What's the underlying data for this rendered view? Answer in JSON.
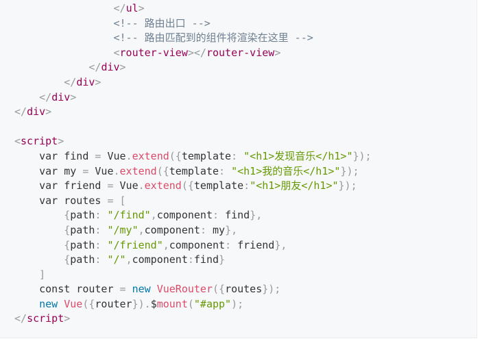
{
  "code": {
    "lines": [
      {
        "indent": 8,
        "tokens": [
          {
            "t": "</",
            "c": "punct"
          },
          {
            "t": "ul",
            "c": "tag"
          },
          {
            "t": ">",
            "c": "punct"
          }
        ]
      },
      {
        "indent": 8,
        "tokens": [
          {
            "t": "<!-- 路由出口 -->",
            "c": "comment"
          }
        ]
      },
      {
        "indent": 8,
        "tokens": [
          {
            "t": "<!-- 路由匹配到的组件将渲染在这里 -->",
            "c": "comment"
          }
        ]
      },
      {
        "indent": 8,
        "tokens": [
          {
            "t": "<",
            "c": "punct"
          },
          {
            "t": "router-view",
            "c": "tag"
          },
          {
            "t": "></",
            "c": "punct"
          },
          {
            "t": "router-view",
            "c": "tag"
          },
          {
            "t": ">",
            "c": "punct"
          }
        ]
      },
      {
        "indent": 6,
        "tokens": [
          {
            "t": "</",
            "c": "punct"
          },
          {
            "t": "div",
            "c": "tag"
          },
          {
            "t": ">",
            "c": "punct"
          }
        ]
      },
      {
        "indent": 4,
        "tokens": [
          {
            "t": "</",
            "c": "punct"
          },
          {
            "t": "div",
            "c": "tag"
          },
          {
            "t": ">",
            "c": "punct"
          }
        ]
      },
      {
        "indent": 2,
        "tokens": [
          {
            "t": "</",
            "c": "punct"
          },
          {
            "t": "div",
            "c": "tag"
          },
          {
            "t": ">",
            "c": "punct"
          }
        ]
      },
      {
        "indent": 0,
        "tokens": [
          {
            "t": "</",
            "c": "punct"
          },
          {
            "t": "div",
            "c": "tag"
          },
          {
            "t": ">",
            "c": "punct"
          }
        ]
      },
      {
        "indent": 0,
        "tokens": []
      },
      {
        "indent": 0,
        "tokens": [
          {
            "t": "<",
            "c": "punct"
          },
          {
            "t": "script",
            "c": "tag"
          },
          {
            "t": ">",
            "c": "punct"
          }
        ]
      },
      {
        "indent": 2,
        "tokens": [
          {
            "t": "var find ",
            "c": "plain"
          },
          {
            "t": "=",
            "c": "punct"
          },
          {
            "t": " Vue",
            "c": "plain"
          },
          {
            "t": ".",
            "c": "punct"
          },
          {
            "t": "extend",
            "c": "func"
          },
          {
            "t": "({",
            "c": "punct"
          },
          {
            "t": "template",
            "c": "plain"
          },
          {
            "t": ": ",
            "c": "punct"
          },
          {
            "t": "\"<h1>发现音乐</h1>\"",
            "c": "string"
          },
          {
            "t": "});",
            "c": "punct"
          }
        ]
      },
      {
        "indent": 2,
        "tokens": [
          {
            "t": "var my ",
            "c": "plain"
          },
          {
            "t": "=",
            "c": "punct"
          },
          {
            "t": " Vue",
            "c": "plain"
          },
          {
            "t": ".",
            "c": "punct"
          },
          {
            "t": "extend",
            "c": "func"
          },
          {
            "t": "({",
            "c": "punct"
          },
          {
            "t": "template",
            "c": "plain"
          },
          {
            "t": ": ",
            "c": "punct"
          },
          {
            "t": "\"<h1>我的音乐</h1>\"",
            "c": "string"
          },
          {
            "t": "});",
            "c": "punct"
          }
        ]
      },
      {
        "indent": 2,
        "tokens": [
          {
            "t": "var friend ",
            "c": "plain"
          },
          {
            "t": "=",
            "c": "punct"
          },
          {
            "t": " Vue",
            "c": "plain"
          },
          {
            "t": ".",
            "c": "punct"
          },
          {
            "t": "extend",
            "c": "func"
          },
          {
            "t": "({",
            "c": "punct"
          },
          {
            "t": "template",
            "c": "plain"
          },
          {
            "t": ":",
            "c": "punct"
          },
          {
            "t": "\"<h1>朋友</h1>\"",
            "c": "string"
          },
          {
            "t": "});",
            "c": "punct"
          }
        ]
      },
      {
        "indent": 2,
        "tokens": [
          {
            "t": "var routes ",
            "c": "plain"
          },
          {
            "t": "= [",
            "c": "punct"
          }
        ]
      },
      {
        "indent": 4,
        "tokens": [
          {
            "t": "{",
            "c": "punct"
          },
          {
            "t": "path",
            "c": "plain"
          },
          {
            "t": ": ",
            "c": "punct"
          },
          {
            "t": "\"/find\"",
            "c": "string"
          },
          {
            "t": ",",
            "c": "punct"
          },
          {
            "t": "component",
            "c": "plain"
          },
          {
            "t": ": ",
            "c": "punct"
          },
          {
            "t": "find",
            "c": "plain"
          },
          {
            "t": "},",
            "c": "punct"
          }
        ]
      },
      {
        "indent": 4,
        "tokens": [
          {
            "t": "{",
            "c": "punct"
          },
          {
            "t": "path",
            "c": "plain"
          },
          {
            "t": ": ",
            "c": "punct"
          },
          {
            "t": "\"/my\"",
            "c": "string"
          },
          {
            "t": ",",
            "c": "punct"
          },
          {
            "t": "component",
            "c": "plain"
          },
          {
            "t": ": ",
            "c": "punct"
          },
          {
            "t": "my",
            "c": "plain"
          },
          {
            "t": "},",
            "c": "punct"
          }
        ]
      },
      {
        "indent": 4,
        "tokens": [
          {
            "t": "{",
            "c": "punct"
          },
          {
            "t": "path",
            "c": "plain"
          },
          {
            "t": ": ",
            "c": "punct"
          },
          {
            "t": "\"/friend\"",
            "c": "string"
          },
          {
            "t": ",",
            "c": "punct"
          },
          {
            "t": "component",
            "c": "plain"
          },
          {
            "t": ": ",
            "c": "punct"
          },
          {
            "t": "friend",
            "c": "plain"
          },
          {
            "t": "},",
            "c": "punct"
          }
        ]
      },
      {
        "indent": 4,
        "tokens": [
          {
            "t": "{",
            "c": "punct"
          },
          {
            "t": "path",
            "c": "plain"
          },
          {
            "t": ": ",
            "c": "punct"
          },
          {
            "t": "\"/\"",
            "c": "string"
          },
          {
            "t": ",",
            "c": "punct"
          },
          {
            "t": "component",
            "c": "plain"
          },
          {
            "t": ":",
            "c": "punct"
          },
          {
            "t": "find",
            "c": "plain"
          },
          {
            "t": "}",
            "c": "punct"
          }
        ]
      },
      {
        "indent": 2,
        "tokens": [
          {
            "t": "]",
            "c": "punct"
          }
        ]
      },
      {
        "indent": 2,
        "tokens": [
          {
            "t": "const router ",
            "c": "plain"
          },
          {
            "t": "=",
            "c": "punct"
          },
          {
            "t": " ",
            "c": "plain"
          },
          {
            "t": "new",
            "c": "keyword"
          },
          {
            "t": " ",
            "c": "plain"
          },
          {
            "t": "VueRouter",
            "c": "func"
          },
          {
            "t": "({",
            "c": "punct"
          },
          {
            "t": "routes",
            "c": "plain"
          },
          {
            "t": "});",
            "c": "punct"
          }
        ]
      },
      {
        "indent": 2,
        "tokens": [
          {
            "t": "new",
            "c": "keyword"
          },
          {
            "t": " ",
            "c": "plain"
          },
          {
            "t": "Vue",
            "c": "func"
          },
          {
            "t": "({",
            "c": "punct"
          },
          {
            "t": "router",
            "c": "plain"
          },
          {
            "t": "}).",
            "c": "punct"
          },
          {
            "t": "$",
            "c": "plain"
          },
          {
            "t": "mount",
            "c": "func"
          },
          {
            "t": "(",
            "c": "punct"
          },
          {
            "t": "\"#app\"",
            "c": "string"
          },
          {
            "t": ");",
            "c": "punct"
          }
        ]
      },
      {
        "indent": 0,
        "tokens": [
          {
            "t": "</",
            "c": "punct"
          },
          {
            "t": "script",
            "c": "tag"
          },
          {
            "t": ">",
            "c": "punct"
          }
        ]
      }
    ]
  },
  "colors": {
    "background": "#f6f8fa",
    "punct": "#999999",
    "tag": "#990055",
    "comment": "#708090",
    "keyword": "#0077aa",
    "string": "#669900",
    "func": "#dd4a68",
    "plain": "#333333"
  }
}
